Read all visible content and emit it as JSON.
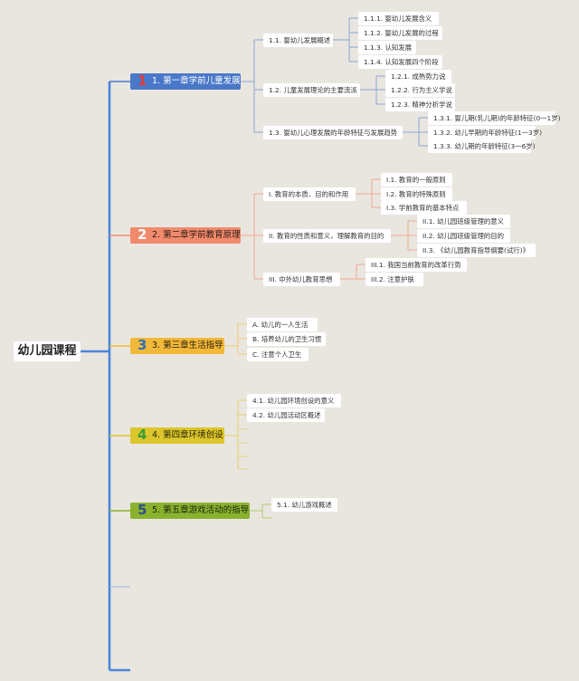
{
  "root": {
    "label": "幼儿园课程"
  },
  "chapters": [
    {
      "num": "1",
      "label": "1. 第一章学前儿童发展",
      "color": "#4a78c8",
      "num_color": "#e23b3b",
      "sections": [
        {
          "label": "1.1. 婴幼儿发展概述",
          "items": [
            "1.1.1. 婴幼儿发展含义",
            "1.1.2. 婴幼儿发展的过程",
            "1.1.3. 认知发展",
            "1.1.4. 认知发展四个阶段"
          ]
        },
        {
          "label": "1.2. 儿童发展理论的主要流派",
          "items": [
            "1.2.1. 成熟势力说",
            "1.2.2. 行为主义学说",
            "1.2.3. 精神分析学说"
          ]
        },
        {
          "label": "1.3. 婴幼儿心理发展的年龄特征与发展趋势",
          "items": [
            "1.3.1. 婴儿期(乳儿期)的年龄特征(0一1岁)",
            "1.3.2. 幼儿早期的年龄特征(1一3岁)",
            "1.3.3. 幼儿期的年龄特征(3一6岁)"
          ]
        }
      ]
    },
    {
      "num": "2",
      "label": "2. 第二章学前教育原理",
      "color": "#f08a6c",
      "num_color": "#ffffff",
      "sections": [
        {
          "label": "I. 教育的本质、目的和作用",
          "items": [
            "I.1. 教育的一般原则",
            "I.2. 教育的特殊原则",
            "I.3. 学前教育的基本特点"
          ]
        },
        {
          "label": "II. 教育的性质和意义，理解教育的目的",
          "items": [
            "II.1. 幼儿园班级管理的意义",
            "II.2. 幼儿园班级管理的目的",
            "II.3. 《幼儿园教育指导纲要(试行)》"
          ]
        },
        {
          "label": "III. 中外幼儿教育思想",
          "items": [
            "III.1. 我国当前教育的改革行势",
            "III.2. 注意护肤"
          ]
        }
      ]
    },
    {
      "num": "3",
      "label": "3. 第三章生活指导",
      "color": "#f2b83a",
      "num_color": "#2e6fb5",
      "items": [
        "A. 幼儿的一人生活",
        "B. 培养幼儿的卫生习惯",
        "C. 注意个人卫生"
      ]
    },
    {
      "num": "4",
      "label": "4. 第四章环境创设",
      "color": "#dcc62b",
      "num_color": "#3b9a3b",
      "items": [
        "4.1. 幼儿园环境创设的意义",
        "4.2. 幼儿园活动区概述"
      ]
    },
    {
      "num": "5",
      "label": "5. 第五章游戏活动的指导",
      "color": "#8ab22f",
      "num_color": "#2c4f8a",
      "items": [
        "5.1. 幼儿游戏概述"
      ]
    }
  ],
  "colors": {
    "background": "#e9e6e0",
    "trunk": "#4a86d8",
    "branch1": "#4a78c8",
    "branch2": "#f08a6c",
    "branch3": "#f2b83a",
    "branch4": "#dcc62b",
    "branch5": "#8ab22f"
  }
}
